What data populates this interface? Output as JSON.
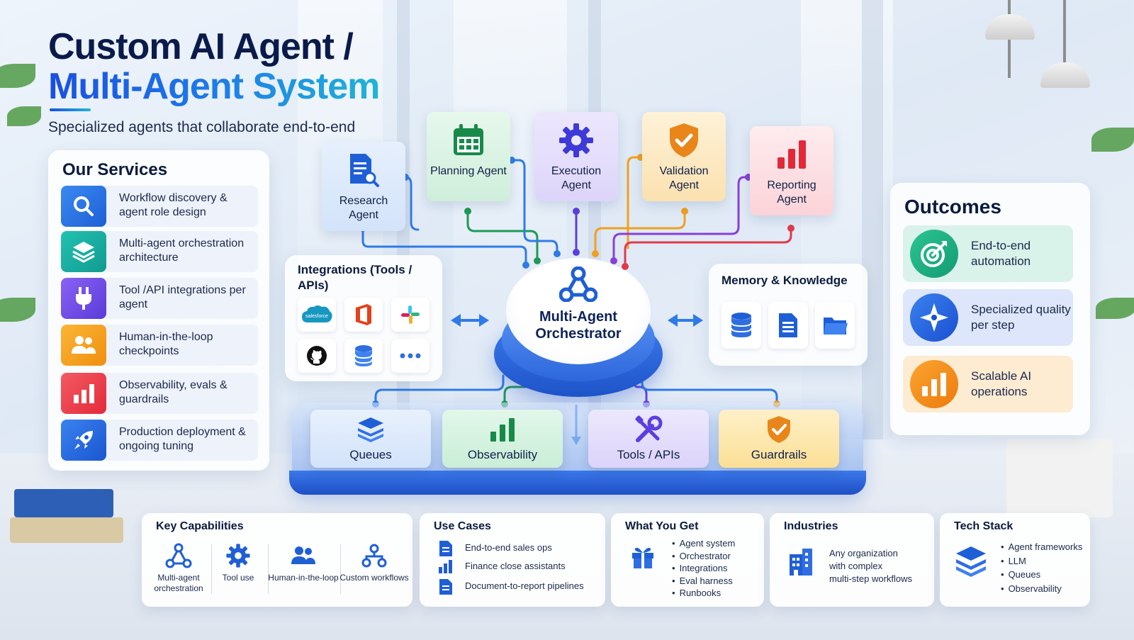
{
  "header": {
    "title_line1": "Custom AI Agent /",
    "title_line2": "Multi-Agent System",
    "subtitle": "Specialized agents that collaborate end-to-end"
  },
  "services": {
    "title": "Our Services",
    "items": [
      {
        "label": "Workflow discovery & agent role design",
        "icon": "search-icon",
        "color": "#1f6fe0"
      },
      {
        "label": "Multi-agent orchestration architecture",
        "icon": "layers-icon",
        "color": "#14a8a0"
      },
      {
        "label": "Tool /API integrations per agent",
        "icon": "plug-icon",
        "color": "#6a45e0"
      },
      {
        "label": "Human-in-the-loop checkpoints",
        "icon": "users-icon",
        "color": "#f5a21b"
      },
      {
        "label": "Observability, evals & guardrails",
        "icon": "bar-chart-icon",
        "color": "#ee3b47"
      },
      {
        "label": "Production deployment & ongoing tuning",
        "icon": "rocket-icon",
        "color": "#1d63dd"
      }
    ]
  },
  "agents": [
    {
      "label": "Research Agent",
      "icon": "document-search-icon",
      "bg": "#dce9fb",
      "color": "#1f5fd6"
    },
    {
      "label": "Planning Agent",
      "icon": "calendar-icon",
      "bg": "#dcf4e4",
      "color": "#178a4a"
    },
    {
      "label": "Execution Agent",
      "icon": "gear-icon",
      "bg": "#e4defa",
      "color": "#3d3ad8"
    },
    {
      "label": "Validation Agent",
      "icon": "shield-check-icon",
      "bg": "#fdebc7",
      "color": "#e9861a"
    },
    {
      "label": "Reporting Agent",
      "icon": "bar-chart-icon",
      "bg": "#fde0e3",
      "color": "#e3283a"
    }
  ],
  "orchestrator": {
    "label": "Multi-Agent Orchestrator",
    "icon": "network-icon"
  },
  "integrations": {
    "title": "Integrations (Tools / APIs)",
    "logo_salesforce": "salesforce",
    "tiles": [
      "salesforce-logo-icon",
      "office-logo-icon",
      "slack-logo-icon",
      "github-logo-icon",
      "database-icon",
      "more-icon"
    ]
  },
  "memory": {
    "title": "Memory & Knowledge",
    "tiles": [
      "database-icon",
      "document-icon",
      "folder-icon"
    ]
  },
  "modules": [
    {
      "label": "Queues",
      "icon": "stack-icon",
      "bg": "#dbe8fb"
    },
    {
      "label": "Observability",
      "icon": "bar-chart-icon",
      "bg": "#d8f3e3"
    },
    {
      "label": "Tools / APIs",
      "icon": "tools-icon",
      "bg": "#e5defb"
    },
    {
      "label": "Guardrails",
      "icon": "shield-check-icon",
      "bg": "#fce9b8"
    }
  ],
  "outcomes": {
    "title": "Outcomes",
    "items": [
      {
        "label": "End-to-end automation",
        "icon": "target-icon",
        "bg": "#d9f2ea",
        "color": "#1aa67f"
      },
      {
        "label": "Specialized quality per step",
        "icon": "compass-icon",
        "bg": "#dde6fa",
        "color": "#1f5fd6"
      },
      {
        "label": "Scalable AI operations",
        "icon": "bar-chart-icon",
        "bg": "#fdebd2",
        "color": "#f08c12"
      }
    ]
  },
  "key_capabilities": {
    "title": "Key Capabilities",
    "items": [
      {
        "label": "Multi-agent orchestration",
        "icon": "network-icon"
      },
      {
        "label": "Tool use",
        "icon": "gear-icon"
      },
      {
        "label": "Human-in-the-loop",
        "icon": "users-icon"
      },
      {
        "label": "Custom workflows",
        "icon": "workflow-icon"
      }
    ]
  },
  "use_cases": {
    "title": "Use Cases",
    "items": [
      {
        "label": "End-to-end sales ops",
        "icon": "document-icon"
      },
      {
        "label": "Finance close assistants",
        "icon": "bar-chart-icon"
      },
      {
        "label": "Document-to-report pipelines",
        "icon": "document-icon"
      }
    ]
  },
  "what_you_get": {
    "title": "What You Get",
    "items": [
      "Agent system",
      "Orchestrator",
      "Integrations",
      "Eval harness",
      "Runbooks"
    ]
  },
  "industries": {
    "title": "Industries",
    "text": [
      "Any organization",
      "with complex",
      "multi-step workflows"
    ]
  },
  "tech_stack": {
    "title": "Tech Stack",
    "items": [
      "Agent frameworks",
      "LLM",
      "Queues",
      "Observability"
    ]
  },
  "colors": {
    "primary": "#1f5fd6",
    "accent": "#20b4d8",
    "dark": "#0b1b3f"
  }
}
